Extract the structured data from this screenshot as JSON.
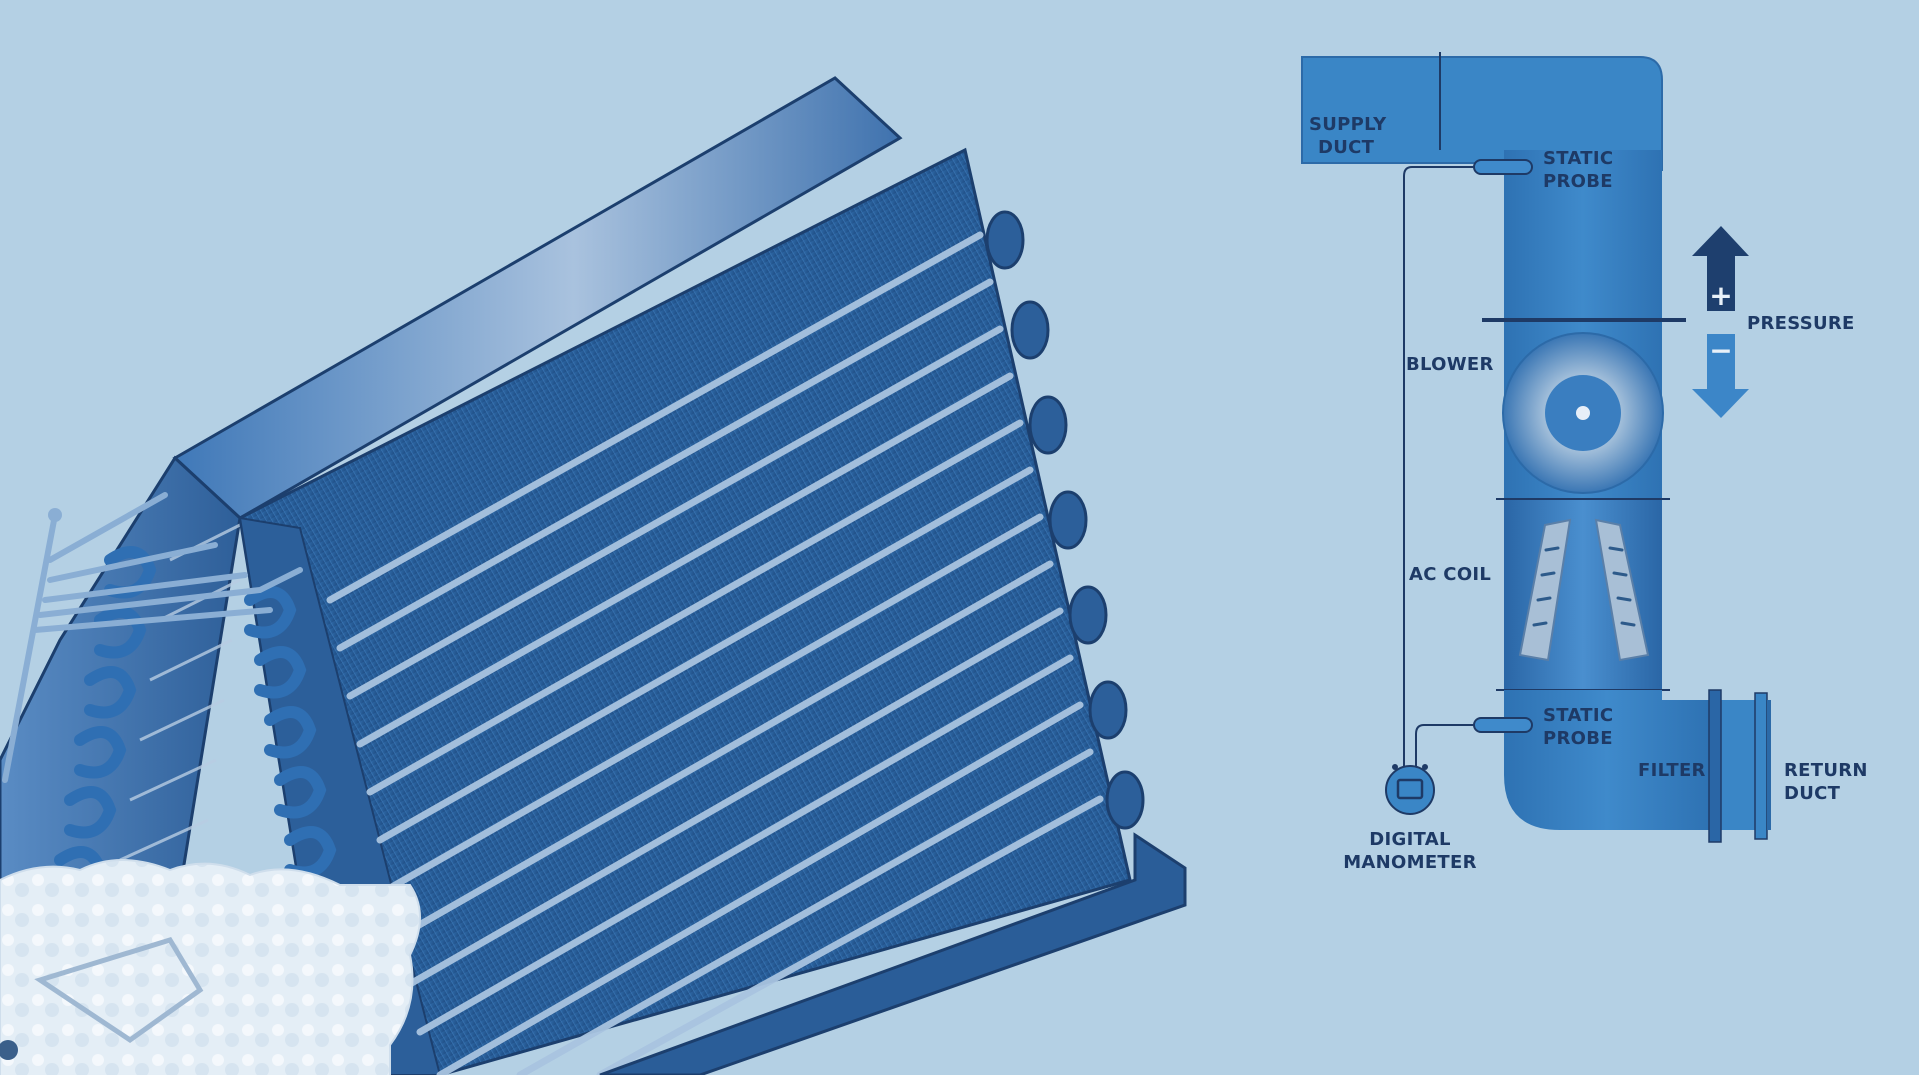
{
  "colors": {
    "background": "#b4d0e4",
    "duct": "#3a82c2",
    "duct_dark": "#2c6aa8",
    "label": "#1e3a66",
    "coil_face": "#2a5e98",
    "coil_dark": "#1c3f6e",
    "arrow_up": "#1e3f6e",
    "arrow_down": "#3c86c8"
  },
  "diagram": {
    "labels": {
      "supply_duct": [
        "SUPPLY",
        "DUCT"
      ],
      "static_probe_top": [
        "STATIC",
        "PROBE"
      ],
      "pressure": "PRESSURE",
      "blower": "BLOWER",
      "ac_coil": "AC COIL",
      "static_probe_bottom": [
        "STATIC",
        "PROBE"
      ],
      "filter": "FILTER",
      "return_duct": [
        "RETURN",
        "DUCT"
      ],
      "digital_manometer": [
        "DIGITAL",
        "MANOMETER"
      ]
    },
    "pressure_signs": {
      "plus": "+",
      "minus": "−"
    }
  },
  "icons": [
    "evaporator-coil-illustration",
    "blower-wheel-icon",
    "pressure-up-arrow-icon",
    "pressure-down-arrow-icon",
    "manometer-gauge-icon"
  ]
}
